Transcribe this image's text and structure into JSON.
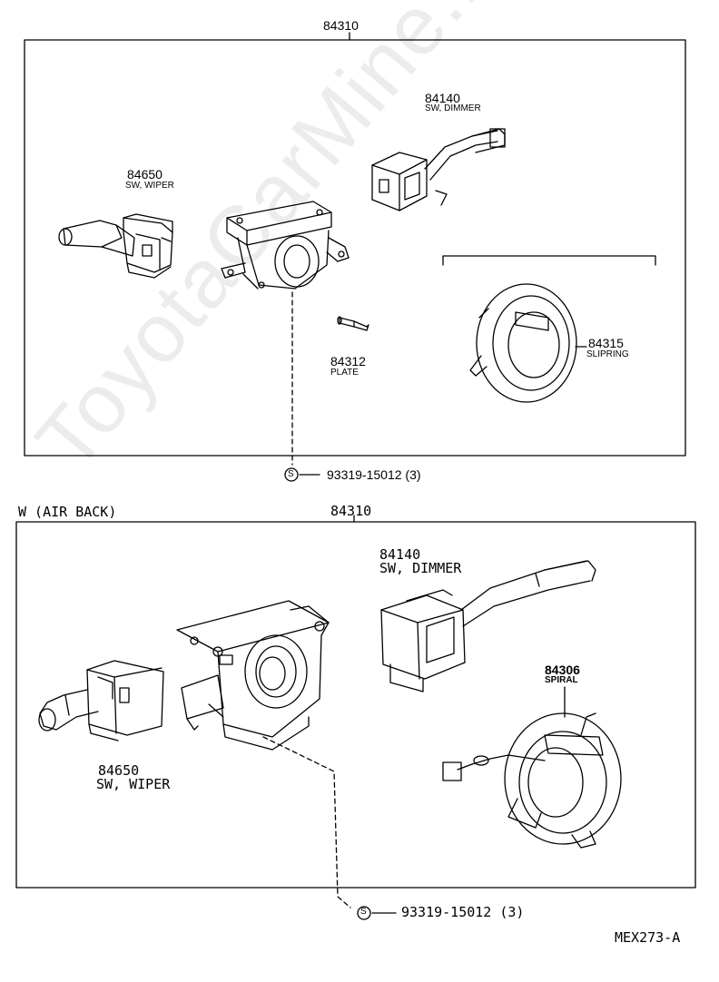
{
  "watermark": "ToyotaCarMine.ru",
  "top": {
    "assembly_number": "84310",
    "wiper": {
      "number": "84650",
      "name": "SW, WIPER"
    },
    "dimmer": {
      "number": "84140",
      "name": "SW, DIMMER"
    },
    "plate": {
      "number": "84312",
      "name": "PLATE"
    },
    "slipring": {
      "number": "84315",
      "name": "SLIPRING"
    },
    "screw": {
      "symbol": "S",
      "part": "93319-15012 (3)"
    }
  },
  "bottom": {
    "variant": "W (AIR BACK)",
    "assembly_number": "84310",
    "dimmer": {
      "number": "84140",
      "name": "SW, DIMMER"
    },
    "spiral": {
      "number": "84306",
      "name": "SPIRAL"
    },
    "wiper": {
      "number": "84650",
      "name": "SW, WIPER"
    },
    "screw": {
      "symbol": "S",
      "part": "93319-15012 (3)"
    }
  },
  "figure_code": "MEX273-A"
}
